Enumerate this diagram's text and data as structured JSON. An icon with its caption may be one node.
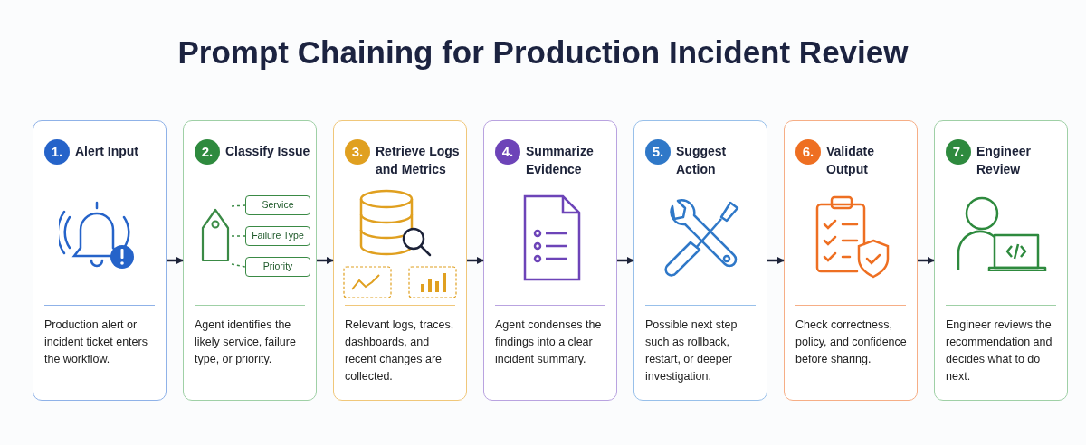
{
  "diagram": {
    "title": "Prompt Chaining for Production Incident Review",
    "nodes": [
      {
        "text": [
          "1.",
          "Alert Input",
          "Production alert or incident ticket enters the workflow."
        ]
      },
      {
        "text": [
          "2.",
          "Classify Issue",
          "Agent identifies the likely service, failure type, or priority."
        ]
      },
      {
        "text": [],
        "shape": "tag",
        "in": 1
      },
      {
        "text": [
          "Service"
        ],
        "in": 1
      },
      {
        "text": [
          "Failure Type"
        ],
        "in": 1
      },
      {
        "text": [
          "Priority"
        ],
        "in": 1
      },
      {
        "text": [
          "3.",
          "Retrieve Logs and Metrics",
          "Relevant logs, traces, dashboards, and recent changes are collected."
        ]
      },
      {
        "text": [
          "4.",
          "Summarize Evidence",
          "Agent condenses the findings into a clear incident summary."
        ]
      },
      {
        "text": [
          "5.",
          "Suggest Action",
          "Possible next step such as rollback, restart, or deeper investigation."
        ]
      },
      {
        "text": [
          "6.",
          "Validate Output",
          "Check correctness, policy, and confidence before sharing."
        ]
      },
      {
        "text": [
          "7.",
          "Engineer Review",
          "Engineer reviews the recommendation and decides what to do next."
        ]
      }
    ],
    "edges": [
      {
        "from": 0,
        "to": 1,
        "arrow": "to"
      },
      {
        "from": 2,
        "to": 3,
        "arrow": "none",
        "style": "dashed",
        "color": "#3a8a45"
      },
      {
        "from": 2,
        "to": 4,
        "arrow": "none",
        "style": "dashed",
        "color": "#3a8a45"
      },
      {
        "from": 2,
        "to": 5,
        "arrow": "none",
        "style": "dashed",
        "color": "#3a8a45"
      },
      {
        "from": 1,
        "to": 6,
        "arrow": "to"
      },
      {
        "from": 6,
        "to": 7,
        "arrow": "to"
      },
      {
        "from": 7,
        "to": 8,
        "arrow": "to"
      },
      {
        "from": 8,
        "to": 9,
        "arrow": "to"
      },
      {
        "from": 9,
        "to": 10,
        "arrow": "to"
      }
    ]
  }
}
